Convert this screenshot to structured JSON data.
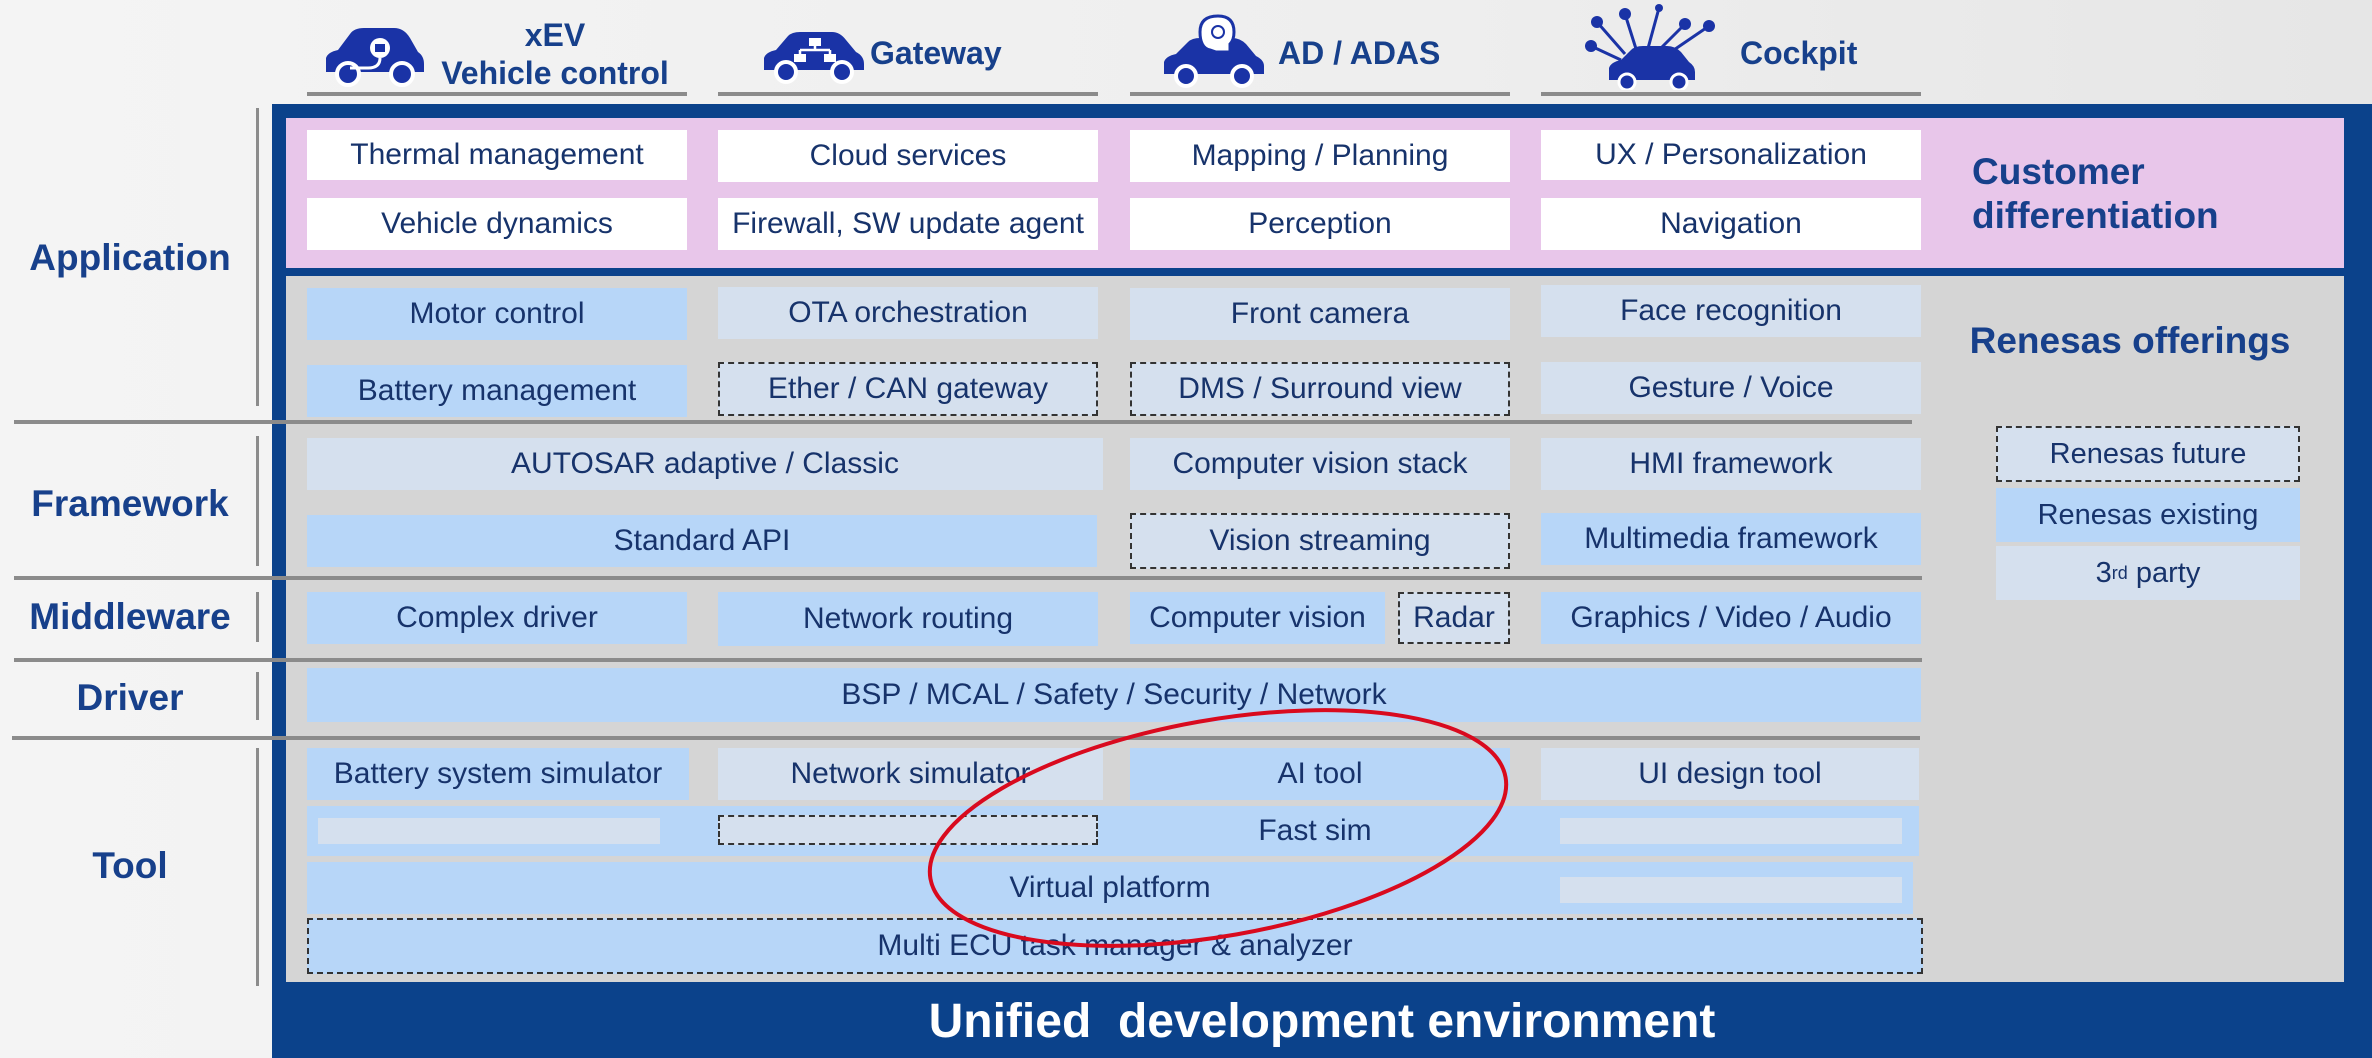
{
  "domains": {
    "xev": {
      "line1": "xEV",
      "line2": "Vehicle control",
      "icon": "ev-car-icon"
    },
    "gateway": {
      "label": "Gateway",
      "icon": "gateway-car-icon"
    },
    "adas": {
      "label": "AD / ADAS",
      "icon": "adas-car-icon"
    },
    "cockpit": {
      "label": "Cockpit",
      "icon": "connected-car-icon"
    }
  },
  "layers": {
    "application": "Application",
    "framework": "Framework",
    "middleware": "Middleware",
    "driver": "Driver",
    "tool": "Tool"
  },
  "customer": {
    "label_line1": "Customer",
    "label_line2": "differentiation",
    "cells": {
      "thermal": "Thermal management",
      "cloud": "Cloud services",
      "mapping": "Mapping / Planning",
      "ux": "UX / Personalization",
      "dynamics": "Vehicle dynamics",
      "firewall": "Firewall, SW update agent",
      "perception": "Perception",
      "navigation": "Navigation"
    }
  },
  "offerings": {
    "title": "Renesas offerings",
    "application": {
      "motor": "Motor control",
      "ota": "OTA orchestration",
      "front_camera": "Front camera",
      "face": "Face recognition",
      "battery": "Battery management",
      "ether": "Ether / CAN gateway",
      "dms": "DMS / Surround view",
      "gesture": "Gesture / Voice"
    },
    "framework": {
      "autosar": "AUTOSAR adaptive / Classic",
      "cv_stack": "Computer vision stack",
      "hmi": "HMI framework",
      "std_api": "Standard API",
      "vision_streaming": "Vision streaming",
      "multimedia": "Multimedia framework"
    },
    "middleware": {
      "complex": "Complex driver",
      "routing": "Network routing",
      "cv": "Computer vision",
      "radar": "Radar",
      "graphics": "Graphics / Video / Audio"
    },
    "driver": {
      "bsp": "BSP / MCAL / Safety / Security / Network"
    },
    "tool": {
      "battery_sim": "Battery system simulator",
      "network_sim": "Network simulator",
      "ai_tool": "AI tool",
      "ui_design": "UI design tool",
      "fast_sim": "Fast sim",
      "virtual_platform": "Virtual platform",
      "multi_ecu": "Multi ECU task manager & analyzer"
    }
  },
  "legend": {
    "future": "Renesas future",
    "existing": "Renesas existing",
    "third_base": "3",
    "third_sup": "rd",
    "third_rest": " party"
  },
  "footer": "Unified  development environment",
  "colors": {
    "frame": "#0b428b",
    "customer_bg": "#e8c6ea",
    "offerings_bg": "#d5d5d5",
    "renesas_existing": "#b7d6f8",
    "third_party": "#d5e0ee",
    "highlight_ellipse": "#d90a1e"
  }
}
